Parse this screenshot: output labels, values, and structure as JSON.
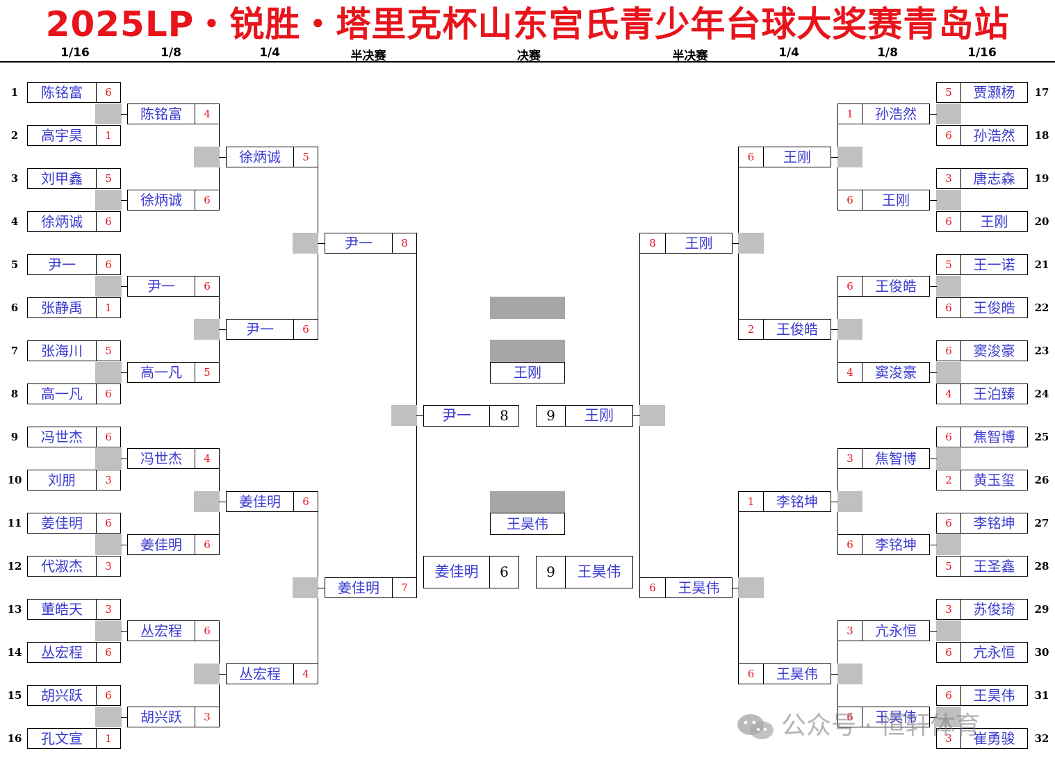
{
  "title": "2025LP・锐胜・塔里克杯山东宫氏青少年台球大奖赛青岛站",
  "rounds": {
    "r32_left": "1/16",
    "r16_left": "1/8",
    "qf_left": "1/4",
    "sf_left": "半决赛",
    "final": "决赛",
    "sf_right": "半决赛",
    "qf_right": "1/4",
    "r16_right": "1/8",
    "r32_right": "1/16"
  },
  "left": {
    "r32": [
      {
        "seed": "1",
        "name": "陈铭富",
        "score": "6"
      },
      {
        "seed": "2",
        "name": "高宇昊",
        "score": "1"
      },
      {
        "seed": "3",
        "name": "刘甲鑫",
        "score": "5"
      },
      {
        "seed": "4",
        "name": "徐炳诚",
        "score": "6"
      },
      {
        "seed": "5",
        "name": "尹一",
        "score": "6"
      },
      {
        "seed": "6",
        "name": "张静禹",
        "score": "1"
      },
      {
        "seed": "7",
        "name": "张海川",
        "score": "5"
      },
      {
        "seed": "8",
        "name": "高一凡",
        "score": "6"
      },
      {
        "seed": "9",
        "name": "冯世杰",
        "score": "6"
      },
      {
        "seed": "10",
        "name": "刘朋",
        "score": "3"
      },
      {
        "seed": "11",
        "name": "姜佳明",
        "score": "6"
      },
      {
        "seed": "12",
        "name": "代淑杰",
        "score": "3"
      },
      {
        "seed": "13",
        "name": "董皓天",
        "score": "3"
      },
      {
        "seed": "14",
        "name": "丛宏程",
        "score": "6"
      },
      {
        "seed": "15",
        "name": "胡兴跃",
        "score": "6"
      },
      {
        "seed": "16",
        "name": "孔文宣",
        "score": "1"
      }
    ],
    "r16": [
      {
        "name": "陈铭富",
        "score": "4"
      },
      {
        "name": "徐炳诚",
        "score": "6"
      },
      {
        "name": "尹一",
        "score": "6"
      },
      {
        "name": "高一凡",
        "score": "5"
      },
      {
        "name": "冯世杰",
        "score": "4"
      },
      {
        "name": "姜佳明",
        "score": "6"
      },
      {
        "name": "丛宏程",
        "score": "6"
      },
      {
        "name": "胡兴跃",
        "score": "3"
      }
    ],
    "qf": [
      {
        "name": "徐炳诚",
        "score": "5"
      },
      {
        "name": "尹一",
        "score": "6"
      },
      {
        "name": "姜佳明",
        "score": "6"
      },
      {
        "name": "丛宏程",
        "score": "4"
      }
    ],
    "sf": [
      {
        "name": "尹一",
        "score": "8"
      },
      {
        "name": "姜佳明",
        "score": "7"
      }
    ]
  },
  "right": {
    "r32": [
      {
        "seed": "17",
        "name": "贾灏杨",
        "score": "5"
      },
      {
        "seed": "18",
        "name": "孙浩然",
        "score": "6"
      },
      {
        "seed": "19",
        "name": "唐志森",
        "score": "3"
      },
      {
        "seed": "20",
        "name": "王刚",
        "score": "6"
      },
      {
        "seed": "21",
        "name": "王一诺",
        "score": "5"
      },
      {
        "seed": "22",
        "name": "王俊皓",
        "score": "6"
      },
      {
        "seed": "23",
        "name": "窦浚豪",
        "score": "6"
      },
      {
        "seed": "24",
        "name": "王泊臻",
        "score": "4"
      },
      {
        "seed": "25",
        "name": "焦智博",
        "score": "6"
      },
      {
        "seed": "26",
        "name": "黄玉玺",
        "score": "2"
      },
      {
        "seed": "27",
        "name": "李铭坤",
        "score": "6"
      },
      {
        "seed": "28",
        "name": "王圣鑫",
        "score": "5"
      },
      {
        "seed": "29",
        "name": "苏俊琦",
        "score": "3"
      },
      {
        "seed": "30",
        "name": "亢永恒",
        "score": "6"
      },
      {
        "seed": "31",
        "name": "王昊伟",
        "score": "6"
      },
      {
        "seed": "32",
        "name": "崔勇骏",
        "score": "3"
      }
    ],
    "r16": [
      {
        "name": "孙浩然",
        "score": "1"
      },
      {
        "name": "王刚",
        "score": "6"
      },
      {
        "name": "王俊皓",
        "score": "6"
      },
      {
        "name": "窦浚豪",
        "score": "4"
      },
      {
        "name": "焦智博",
        "score": "3"
      },
      {
        "name": "李铭坤",
        "score": "6"
      },
      {
        "name": "亢永恒",
        "score": "3"
      },
      {
        "name": "王昊伟",
        "score": "6"
      }
    ],
    "qf": [
      {
        "name": "王刚",
        "score": "6"
      },
      {
        "name": "王俊皓",
        "score": "2"
      },
      {
        "name": "李铭坤",
        "score": "1"
      },
      {
        "name": "王昊伟",
        "score": "6"
      }
    ],
    "sf": [
      {
        "name": "王刚",
        "score": "8"
      },
      {
        "name": "王昊伟",
        "score": "6"
      }
    ]
  },
  "final": {
    "top_left": {
      "name": "尹一",
      "score": "8"
    },
    "top_right": {
      "name": "王刚",
      "score": "9"
    },
    "bottom_left": {
      "name": "姜佳明",
      "score": "6"
    },
    "bottom_right": {
      "name": "王昊伟",
      "score": "9"
    },
    "champion": "王刚",
    "third": "王昊伟"
  },
  "watermark": "公众号 · 恒轩体育"
}
